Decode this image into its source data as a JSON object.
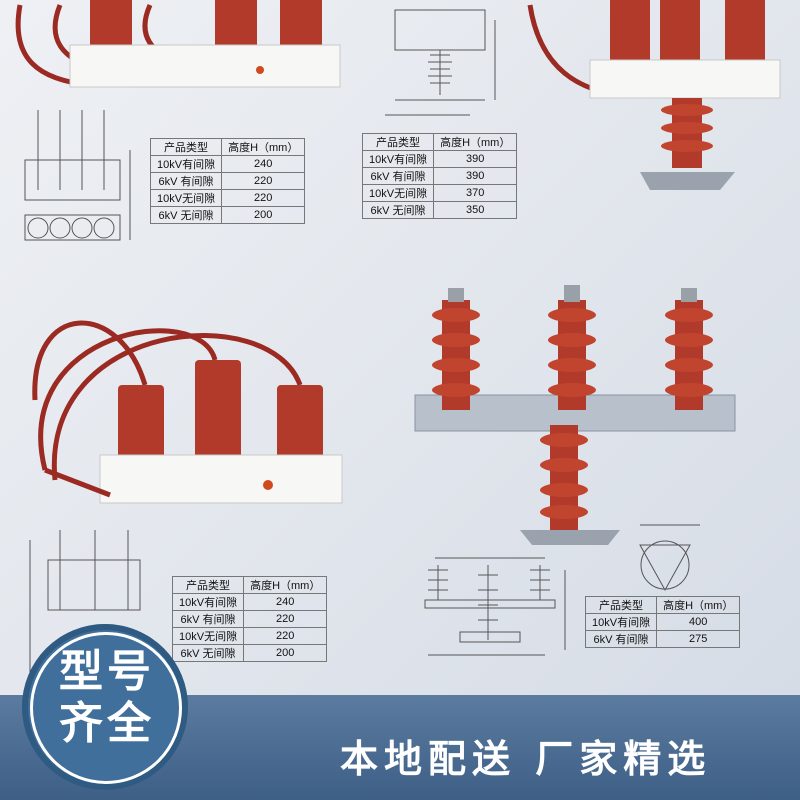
{
  "badge": {
    "line1": "型号",
    "line2": "齐全"
  },
  "footer": {
    "slogan": "本地配送   厂家精选"
  },
  "tables": [
    {
      "headers": [
        "产品类型",
        "高度H（mm）"
      ],
      "rows": [
        [
          "10kV有间隙",
          "240"
        ],
        [
          "6kV 有间隙",
          "220"
        ],
        [
          "10kV无间隙",
          "220"
        ],
        [
          "6kV 无间隙",
          "200"
        ]
      ]
    },
    {
      "headers": [
        "产品类型",
        "高度H（mm）"
      ],
      "rows": [
        [
          "10kV有间隙",
          "390"
        ],
        [
          "6kV 有间隙",
          "390"
        ],
        [
          "10kV无间隙",
          "370"
        ],
        [
          "6kV 无间隙",
          "350"
        ]
      ]
    },
    {
      "headers": [
        "产品类型",
        "高度H（mm）"
      ],
      "rows": [
        [
          "10kV有间隙",
          "240"
        ],
        [
          "6kV 有间隙",
          "220"
        ],
        [
          "10kV无间隙",
          "220"
        ],
        [
          "6kV 无间隙",
          "200"
        ]
      ]
    },
    {
      "headers": [
        "产品类型",
        "高度H（mm）"
      ],
      "rows": [
        [
          "10kV有间隙",
          "400"
        ],
        [
          "6kV 有间隙",
          "275"
        ]
      ]
    }
  ],
  "colors": {
    "porcelain_red": "#b23a2a",
    "footer_blue": "#4a6a8e",
    "badge_blue": "#3f6f9a"
  }
}
